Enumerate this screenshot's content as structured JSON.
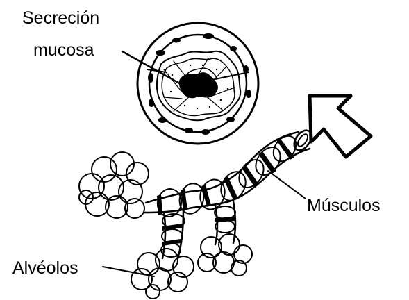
{
  "labels": {
    "secretion_line1": "Secreción",
    "secretion_line2": "mucosa",
    "muscles": "Músculos",
    "alveoli": "Alvéolos"
  },
  "colors": {
    "ink": "#000000",
    "background": "#ffffff"
  }
}
